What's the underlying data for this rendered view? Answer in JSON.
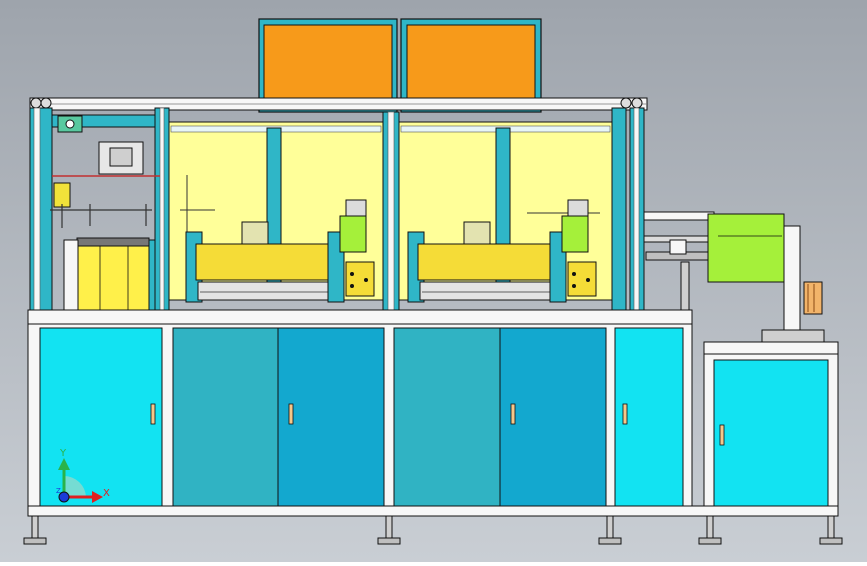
{
  "view": {
    "background_top": "#9ea4ac",
    "background_bottom": "#c9ced4"
  },
  "colors": {
    "cabinet_cyan": "#12e3f2",
    "cabinet_teal": "#30b3c3",
    "cabinet_blue": "#13a8cf",
    "frame_white": "#f7f7f7",
    "yellow_panel": "#ffff99",
    "orange_screen": "#f79a1a",
    "screen_bezel": "#2fb6c7",
    "lime_box": "#a5f03a",
    "yellow_plate": "#fff04a",
    "handle": "#f5c88a"
  },
  "triad": {
    "y_label": "Y",
    "x_label": "X",
    "z_label": "Z"
  }
}
